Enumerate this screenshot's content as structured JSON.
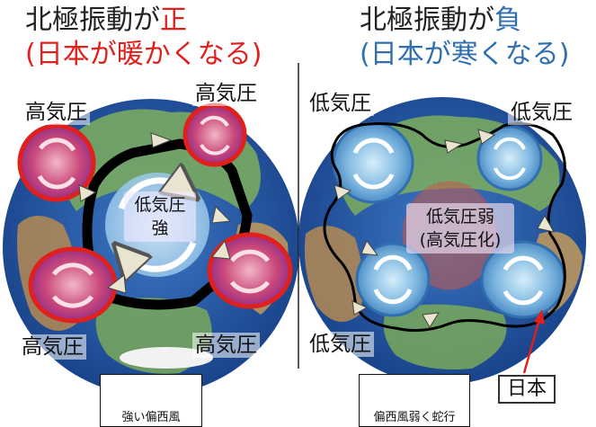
{
  "left": {
    "title": "北極振動が",
    "title_sign": "正",
    "subtitle": "(日本が暖かくなる)",
    "label_high_topleft": "高気圧",
    "label_high_topright": "高気圧",
    "label_high_bottomleft": "高気圧",
    "label_high_bottomright": "高気圧",
    "center_line1": "低気圧",
    "center_line2": "強",
    "legend": "強い偏西風"
  },
  "right": {
    "title": "北極振動が",
    "title_sign": "負",
    "subtitle": "(日本が寒くなる)",
    "label_low_topleft": "低気圧",
    "label_low_topright": "低気圧",
    "label_low_bottomleft": "低気圧",
    "center_line1": "低気圧弱",
    "center_line2": "(高気圧化)",
    "legend": "偏西風弱く蛇行",
    "japan": "日本"
  },
  "colors": {
    "positive": "#e0201c",
    "negative": "#2f6fb0",
    "ocean": "#1d4e9e",
    "land": "#6fa85a"
  }
}
